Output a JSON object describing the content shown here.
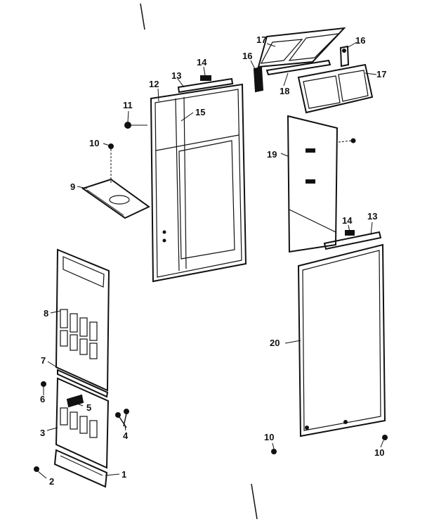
{
  "diagram": {
    "labels": {
      "l1": "1",
      "l2": "2",
      "l3": "3",
      "l4": "4",
      "l5": "5",
      "l6": "6",
      "l7": "7",
      "l8": "8",
      "l9": "9",
      "l10a": "10",
      "l10b": "10",
      "l10c": "10",
      "l11": "11",
      "l12": "12",
      "l13a": "13",
      "l13b": "13",
      "l14a": "14",
      "l14b": "14",
      "l15": "15",
      "l16a": "16",
      "l16b": "16",
      "l17a": "17",
      "l17b": "17",
      "l18": "18",
      "l19": "19",
      "l20": "20"
    },
    "colors": {
      "ink": "#111111",
      "paper": "#ffffff",
      "shade": "#d9d9d9"
    }
  }
}
